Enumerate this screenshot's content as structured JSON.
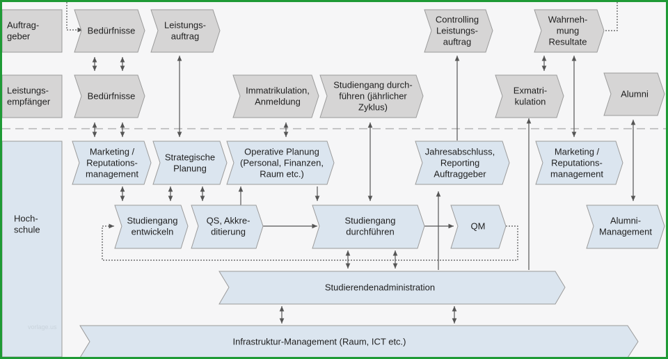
{
  "colors": {
    "gray_fill": "#d6d5d5",
    "blue_fill": "#dbe5ef",
    "stroke": "#9a9a9a",
    "line": "#555555",
    "frame": "#1e9a35"
  },
  "rows": {
    "auftraggeber": [
      "Auftrag-",
      "geber"
    ],
    "leistungsempfaenger": [
      "Leistungs-",
      "empfänger"
    ],
    "hochschule": [
      "Hoch-",
      "schule"
    ]
  },
  "nodes": {
    "bed1": [
      "Bedürfnisse"
    ],
    "leistungsauftrag": [
      "Leistungs-",
      "auftrag"
    ],
    "controlling": [
      "Controlling",
      "Leistungs-",
      "auftrag"
    ],
    "wahrnehmung": [
      "Wahrneh-",
      "mung",
      "Resultate"
    ],
    "bed2": [
      "Bedürfnisse"
    ],
    "immatrikulation": [
      "Immatrikulation,",
      "Anmeldung"
    ],
    "studiengang_zyklus": [
      "Studiengang durch-",
      "führen (jährlicher",
      "Zyklus)"
    ],
    "exmatrikulation": [
      "Exmatri-",
      "kulation"
    ],
    "alumni": [
      "Alumni"
    ],
    "marketing1": [
      "Marketing /",
      "Reputations-",
      "management"
    ],
    "strategische": [
      "Strategische",
      "Planung"
    ],
    "operative": [
      "Operative Planung",
      "(Personal, Finanzen,",
      "Raum etc.)"
    ],
    "jahresabschluss": [
      "Jahresabschluss,",
      "Reporting",
      "Auftraggeber"
    ],
    "marketing2": [
      "Marketing /",
      "Reputations-",
      "management"
    ],
    "entwickeln": [
      "Studiengang",
      "entwickeln"
    ],
    "qs": [
      "QS, Akkre-",
      "ditierung"
    ],
    "durchfuehren": [
      "Studiengang",
      "durchführen"
    ],
    "qm": [
      "QM"
    ],
    "alumni_mgmt": [
      "Alumni-",
      "Management"
    ],
    "studierenden": [
      "Studierendenadministration"
    ],
    "infrastruktur": [
      "Infrastruktur-Management (Raum, ICT etc.)"
    ]
  },
  "watermark": "vorlage.us"
}
